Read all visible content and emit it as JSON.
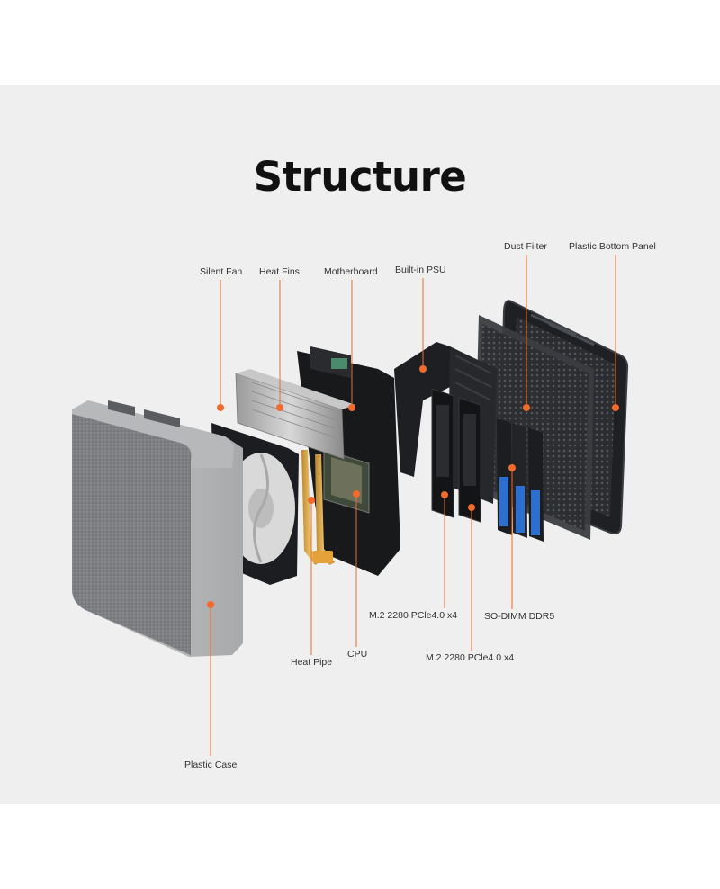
{
  "title": "Structure",
  "accent_color": "#f26b2a",
  "labels": {
    "silent_fan": "Silent Fan",
    "heat_fins": "Heat Fins",
    "motherboard": "Motherboard",
    "built_in_psu": "Built-in PSU",
    "dust_filter": "Dust Filter",
    "plastic_bottom_panel": "Plastic Bottom Panel",
    "m2_ssd_1": "M.2 2280 PCle4.0 x4",
    "m2_ssd_2": "M.2 2280 PCle4.0 x4",
    "so_dimm": "SO-DIMM DDR5",
    "heat_pipe": "Heat Pipe",
    "cpu": "CPU",
    "plastic_case": "Plastic Case"
  }
}
